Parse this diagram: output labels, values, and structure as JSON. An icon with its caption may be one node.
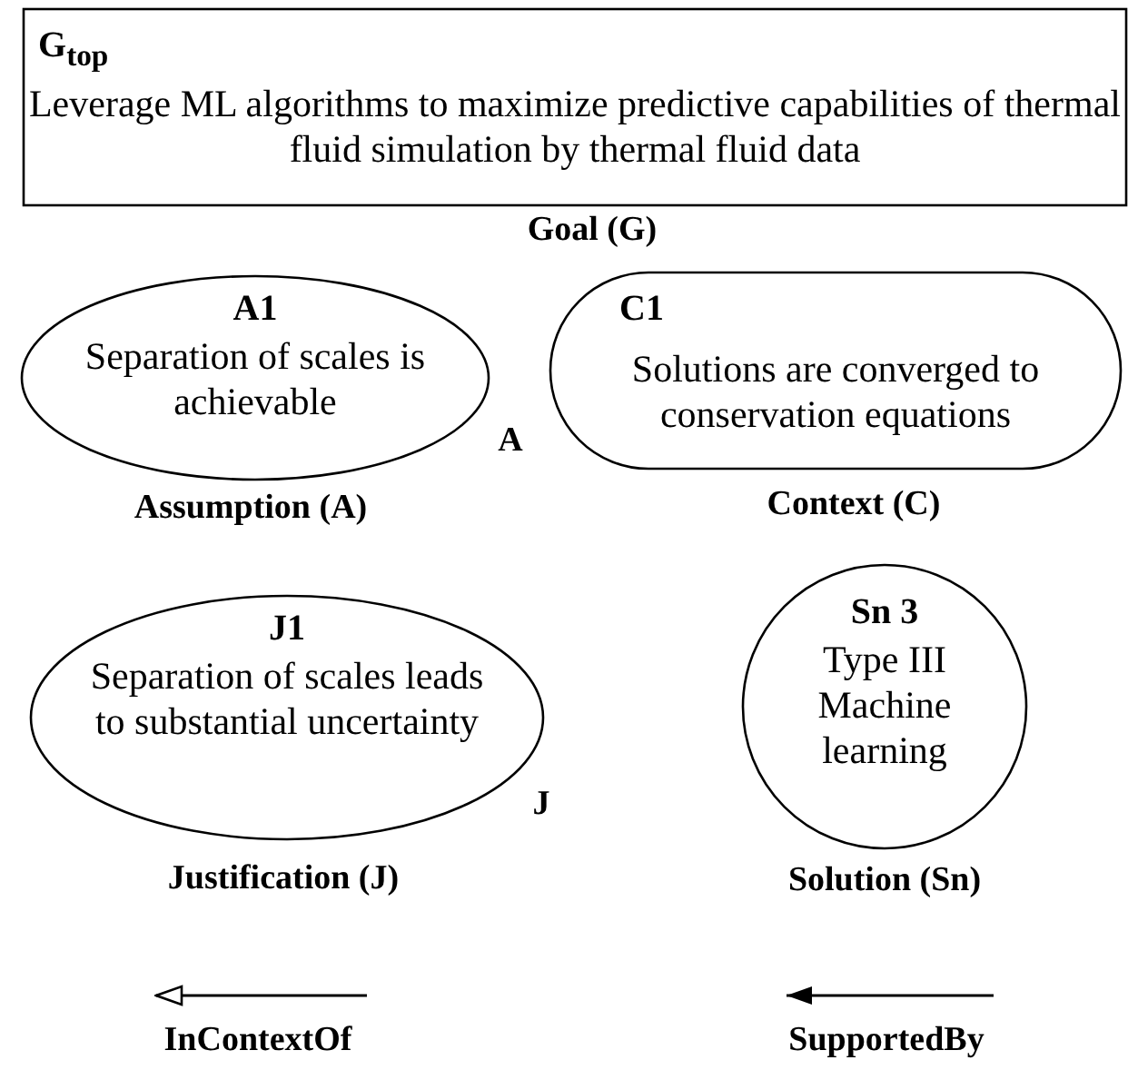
{
  "diagram": {
    "nodes": [
      {
        "text": [
          "G$_{top}$",
          "Leverage ML algorithms to maximize predictive capabilities of thermal fluid simulation by thermal fluid data"
        ],
        "beside": [
          "Goal (G)"
        ]
      },
      {
        "text": [
          "A1",
          "Separation of scales is achievable"
        ],
        "beside": [
          "A",
          "Assumption (A)"
        ]
      },
      {
        "text": [
          "C1",
          "Solutions are converged to conservation equations"
        ],
        "beside": [
          "Context (C)"
        ]
      },
      {
        "text": [
          "J1",
          "Separation of scales leads to substantial uncertainty"
        ],
        "beside": [
          "J",
          "Justification (J)"
        ]
      },
      {
        "text": [
          "Sn 3",
          "Type III Machine learning"
        ],
        "beside": [
          "Solution (Sn)"
        ]
      }
    ],
    "edges": [],
    "legend": [
      {
        "text": "InContextOf"
      },
      {
        "text": "SupportedBy"
      }
    ]
  }
}
